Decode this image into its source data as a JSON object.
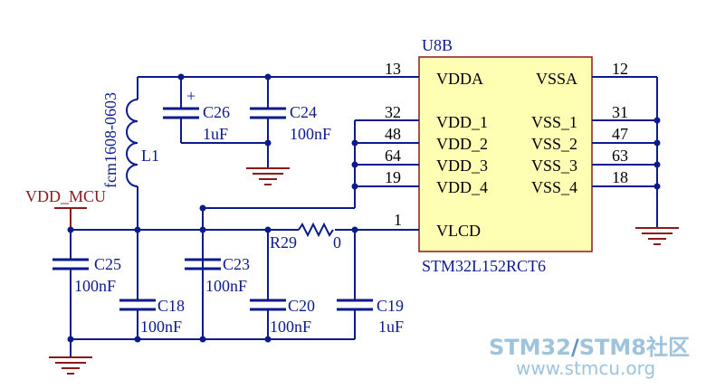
{
  "ic": {
    "ref": "U8B",
    "part": "STM32L152RCT6",
    "left_pins": [
      {
        "name": "VDDA",
        "num": "13"
      },
      {
        "name": "VDD_1",
        "num": "32"
      },
      {
        "name": "VDD_2",
        "num": "48"
      },
      {
        "name": "VDD_3",
        "num": "64"
      },
      {
        "name": "VDD_4",
        "num": "19"
      },
      {
        "name": "VLCD",
        "num": "1"
      }
    ],
    "right_pins": [
      {
        "name": "VSSA",
        "num": "12"
      },
      {
        "name": "VSS_1",
        "num": "31"
      },
      {
        "name": "VSS_2",
        "num": "47"
      },
      {
        "name": "VSS_3",
        "num": "63"
      },
      {
        "name": "VSS_4",
        "num": "18"
      }
    ]
  },
  "components": {
    "inductor": {
      "ref": "L1",
      "value": "fcm1608-0603"
    },
    "resistor": {
      "ref": "R29",
      "value": "0"
    },
    "c26": {
      "ref": "C26",
      "value": "1uF"
    },
    "c24": {
      "ref": "C24",
      "value": "100nF"
    },
    "c25": {
      "ref": "C25",
      "value": "100nF"
    },
    "c18": {
      "ref": "C18",
      "value": "100nF"
    },
    "c23": {
      "ref": "C23",
      "value": "100nF"
    },
    "c20": {
      "ref": "C20",
      "value": "100nF"
    },
    "c19": {
      "ref": "C19",
      "value": "1uF"
    },
    "c26_polarity": "+"
  },
  "net_label": "VDD_MCU",
  "watermark": {
    "line1_a": "STM32",
    "line1_sep": "/",
    "line1_b": "STM8社区",
    "line2": "www.stmcu.org"
  }
}
